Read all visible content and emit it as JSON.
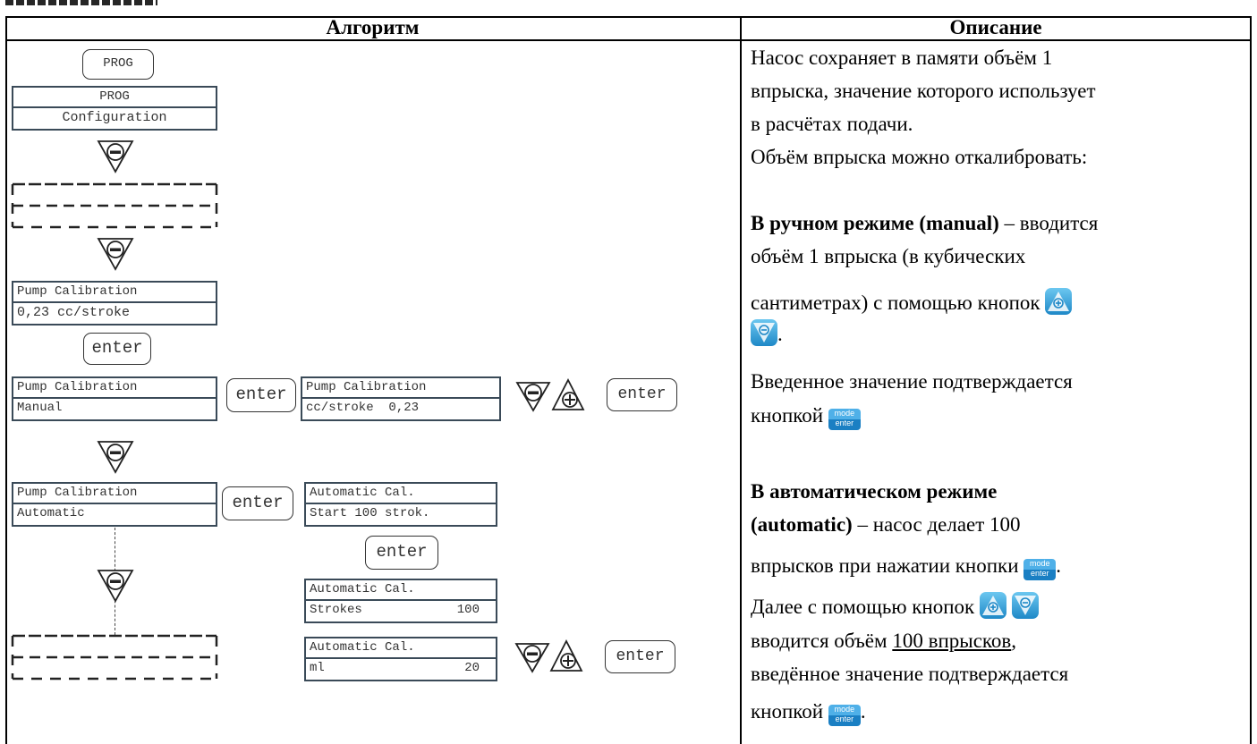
{
  "table": {
    "header_algorithm": "Алгоритм",
    "header_description": "Описание"
  },
  "flow": {
    "prog_key": "PROG",
    "screen1": {
      "line1": "PROG",
      "line2": "Configuration"
    },
    "screen2": {
      "line1": "Pump Calibration",
      "line2": "0,23 cc/stroke"
    },
    "enter_key": "enter",
    "screen_manual": {
      "line1": "Pump Calibration",
      "line2": "Manual"
    },
    "screen_manual_value": {
      "line1": "Pump Calibration",
      "line2": "cc/stroke  0,23"
    },
    "screen_auto": {
      "line1": "Pump Calibration",
      "line2": "Automatic"
    },
    "screen_auto_start": {
      "line1": "Automatic Cal.",
      "line2": "Start 100 strok."
    },
    "screen_strokes": {
      "line1": "Automatic Cal.",
      "line2_label": "Strokes",
      "line2_value": "100"
    },
    "screen_ml": {
      "line1": "Automatic Cal.",
      "line2_label": "ml",
      "line2_value": "20"
    }
  },
  "description": {
    "p1_l1": "Насос сохраняет в памяти объём 1",
    "p1_l2": "впрыска, значение которого использует",
    "p1_l3": "в расчётах подачи.",
    "p1_l4": "Объём впрыска можно откалибровать:",
    "manual_bold": "В ручном режиме (manual)",
    "manual_rest": " – вводится",
    "manual_l2": "объём 1 впрыска (в кубических",
    "manual_l3": "сантиметрах) с помощью кнопок",
    "manual_l5": "Введенное значение подтверждается",
    "manual_l6": "кнопкой",
    "auto_bold1": "В автоматическом режиме",
    "auto_bold2": "(automatic)",
    "auto_rest": " – насос делает 100",
    "auto_l3": "впрысков при нажатии кнопки",
    "auto_l4": "Далее с помощью кнопок",
    "auto_l5_pre": "вводится объём ",
    "auto_l5_u": "100 впрысков",
    "auto_l5_post": ",",
    "auto_l6": "введённое значение подтверждается",
    "auto_l7": "кнопкой",
    "dot": "."
  },
  "icons": {
    "mode_top": "mode",
    "mode_bottom": "enter",
    "accent_blue": "#1e88c7"
  }
}
